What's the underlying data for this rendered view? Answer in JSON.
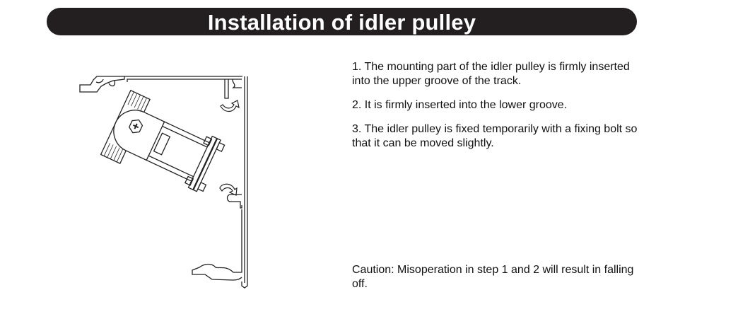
{
  "title": "Installation of idler pulley",
  "steps": [
    "1. The mounting part of the idler pulley is firmly inserted into the upper groove of the track.",
    "2. It is firmly inserted into the lower groove.",
    "3. The idler pulley is fixed temporarily with a fixing bolt so that it can be moved slightly."
  ],
  "caution": "Caution: Misoperation in step 1 and 2 will result in falling off."
}
